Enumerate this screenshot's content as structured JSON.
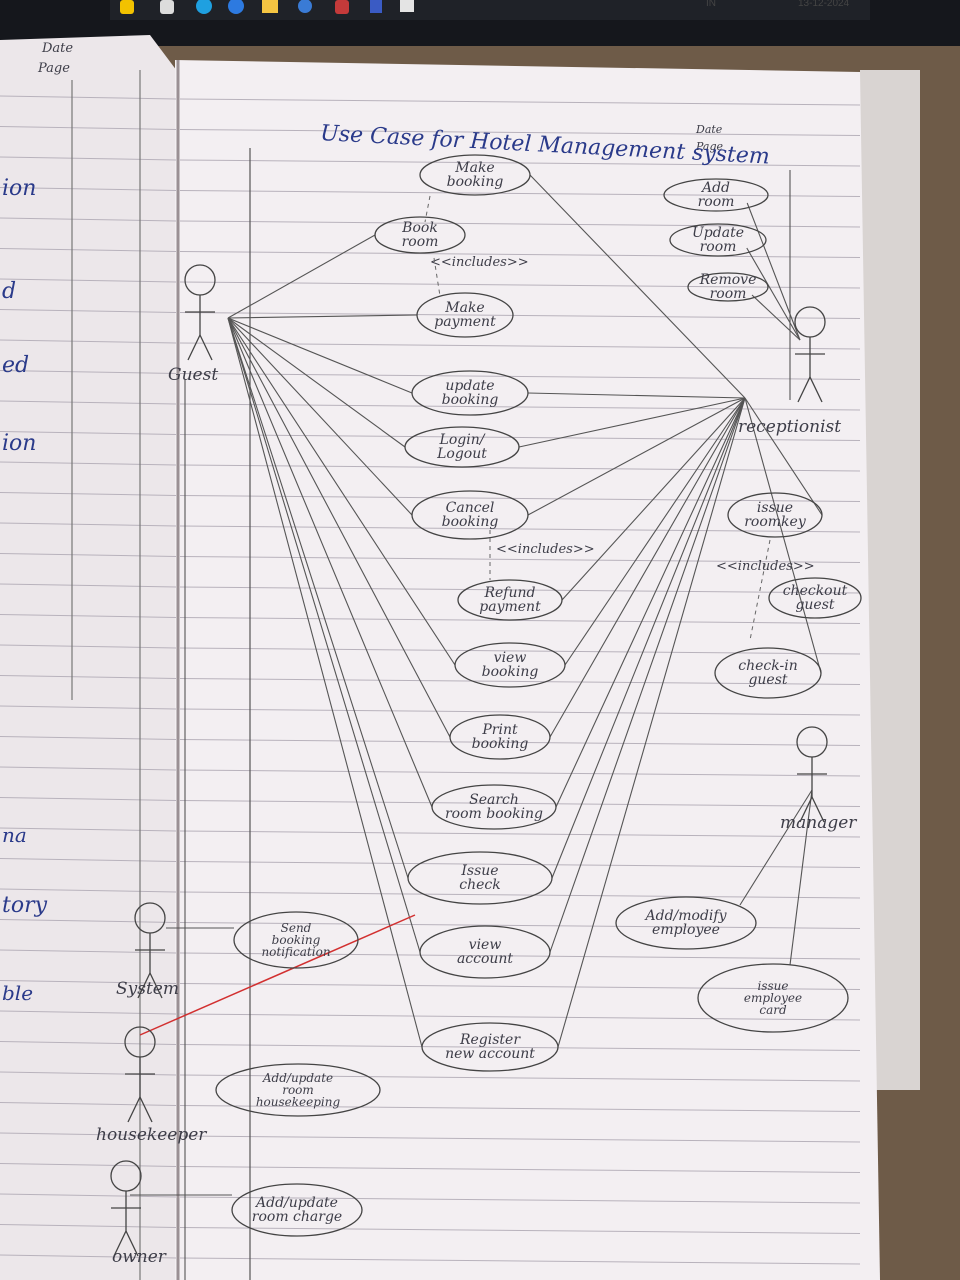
{
  "taskbar": {
    "language": "IN",
    "date": "13-12-2024",
    "icons": [
      "app-icon-1",
      "app-icon-2",
      "edge-icon",
      "file-explorer-icon",
      "chrome-icon",
      "office-icon",
      "teams-icon",
      "store-icon"
    ]
  },
  "left_page": {
    "date_label": "Date",
    "page_label": "Page",
    "margin_words": [
      "ion",
      "d",
      "ed",
      "ion",
      "na",
      "tory",
      "ble"
    ]
  },
  "right_page": {
    "date_label": "Date",
    "page_label": "Page",
    "title": "Use Case  for  Hotel Management system"
  },
  "actors": {
    "guest": "Guest",
    "receptionist": "receptionist",
    "manager": "manager",
    "system": "System",
    "housekeeper": "housekeeper",
    "owner": "owner"
  },
  "use_cases": {
    "make_booking": [
      "Make",
      "booking"
    ],
    "book_room": [
      "Book",
      "room"
    ],
    "make_payment": [
      "Make",
      "payment"
    ],
    "update_booking": [
      "update",
      "booking"
    ],
    "login_logout": [
      "Login/",
      "Logout"
    ],
    "cancel_booking": [
      "Cancel",
      "booking"
    ],
    "refund_payment": [
      "Refund",
      "payment"
    ],
    "view_booking": [
      "view",
      "booking"
    ],
    "print_booking": [
      "Print",
      "booking"
    ],
    "search_room": [
      "Search",
      "room booking"
    ],
    "issue_check": [
      "Issue",
      "check"
    ],
    "view_account": [
      "view",
      "account"
    ],
    "register_account": [
      "Register",
      "new account"
    ],
    "send_notification": [
      "Send",
      "booking",
      "notification"
    ],
    "add_update_housekeeping": [
      "Add/update",
      "room",
      "housekeeping"
    ],
    "add_update_room_charge": [
      "Add/update",
      "room charge"
    ],
    "add_room": [
      "Add",
      "room"
    ],
    "update_room": [
      "Update",
      "room"
    ],
    "remove_room": [
      "Remove",
      "room"
    ],
    "issue_roomkey": [
      "issue",
      "roomkey"
    ],
    "checkout_guest": [
      "checkout",
      "guest"
    ],
    "checkin_guest": [
      "check-in",
      "guest"
    ],
    "add_modify_employee": [
      "Add/modify",
      "employee"
    ],
    "issue_employee_card": [
      "issue",
      "employee",
      "card"
    ]
  },
  "relations": {
    "includes_1": "<<includes>>",
    "includes_2": "<<includes>>",
    "includes_3": "<<includes>>"
  }
}
